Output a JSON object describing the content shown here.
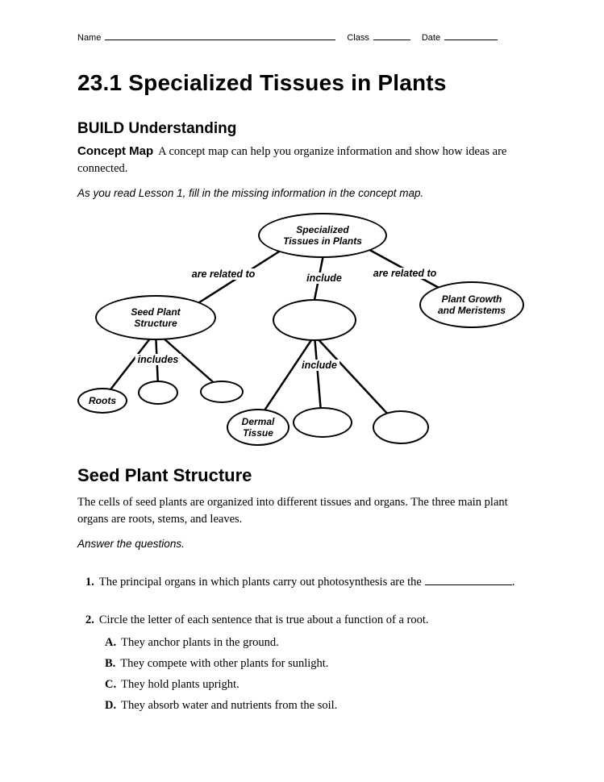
{
  "header": {
    "name_label": "Name",
    "class_label": "Class",
    "date_label": "Date"
  },
  "title": "23.1 Specialized Tissues in Plants",
  "build": {
    "heading": "BUILD Understanding",
    "lead_label": "Concept Map",
    "lead_text": "A concept map can help you organize information and show how ideas are connected.",
    "instruction": "As you read Lesson 1, fill in the missing information in the concept map."
  },
  "concept_map": {
    "nodes": {
      "root": "Specialized\nTissues in Plants",
      "seed_plant": "Seed Plant\nStructure",
      "plant_growth": "Plant Growth\nand Meristems",
      "roots": "Roots",
      "dermal": "Dermal\nTissue"
    },
    "labels": {
      "left_relation": "are related to",
      "middle_relation": "include",
      "right_relation": "are related to",
      "seed_includes": "includes",
      "bottom_include": "include"
    }
  },
  "section": {
    "heading": "Seed Plant Structure",
    "paragraph": "The cells of seed plants are organized into different tissues and organs. The three main plant organs are roots, stems, and leaves.",
    "instruction": "Answer the questions."
  },
  "questions": {
    "q1": {
      "number": "1.",
      "text": "The principal organs in which plants carry out photosynthesis are the",
      "suffix": "."
    },
    "q2": {
      "number": "2.",
      "text": "Circle the letter of each sentence that is true about a function of a root.",
      "options": [
        {
          "letter": "A.",
          "text": "They anchor plants in the ground."
        },
        {
          "letter": "B.",
          "text": "They compete with other plants for sunlight."
        },
        {
          "letter": "C.",
          "text": "They hold plants upright."
        },
        {
          "letter": "D.",
          "text": "They absorb water and nutrients from the soil."
        }
      ]
    }
  }
}
